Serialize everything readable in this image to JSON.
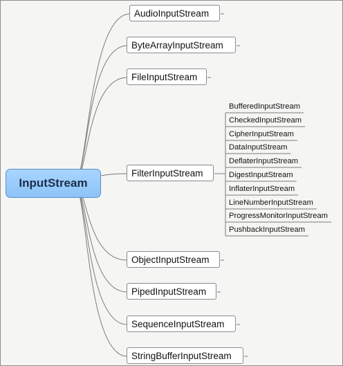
{
  "diagram": {
    "root": "InputStream",
    "children": [
      "AudioInputStream",
      "ByteArrayInputStream",
      "FileInputStream",
      "FilterInputStream",
      "ObjectInputStream",
      "PipedInputStream",
      "SequenceInputStream",
      "StringBufferInputStream"
    ],
    "filter_children": [
      "BufferedInputStream",
      "CheckedInputStream",
      "CipherInputStream",
      "DataInputStream",
      "DeflaterInputStream",
      "DigestInputStream",
      "InflaterInputStream",
      "LineNumberInputStream",
      "ProgressMonitorInputStream",
      "PushbackInputStream"
    ]
  },
  "colors": {
    "root_fill": "#a9d4ff",
    "root_border": "#5d8fc2",
    "link": "#7a7a7a",
    "background": "#f5f6f4"
  }
}
